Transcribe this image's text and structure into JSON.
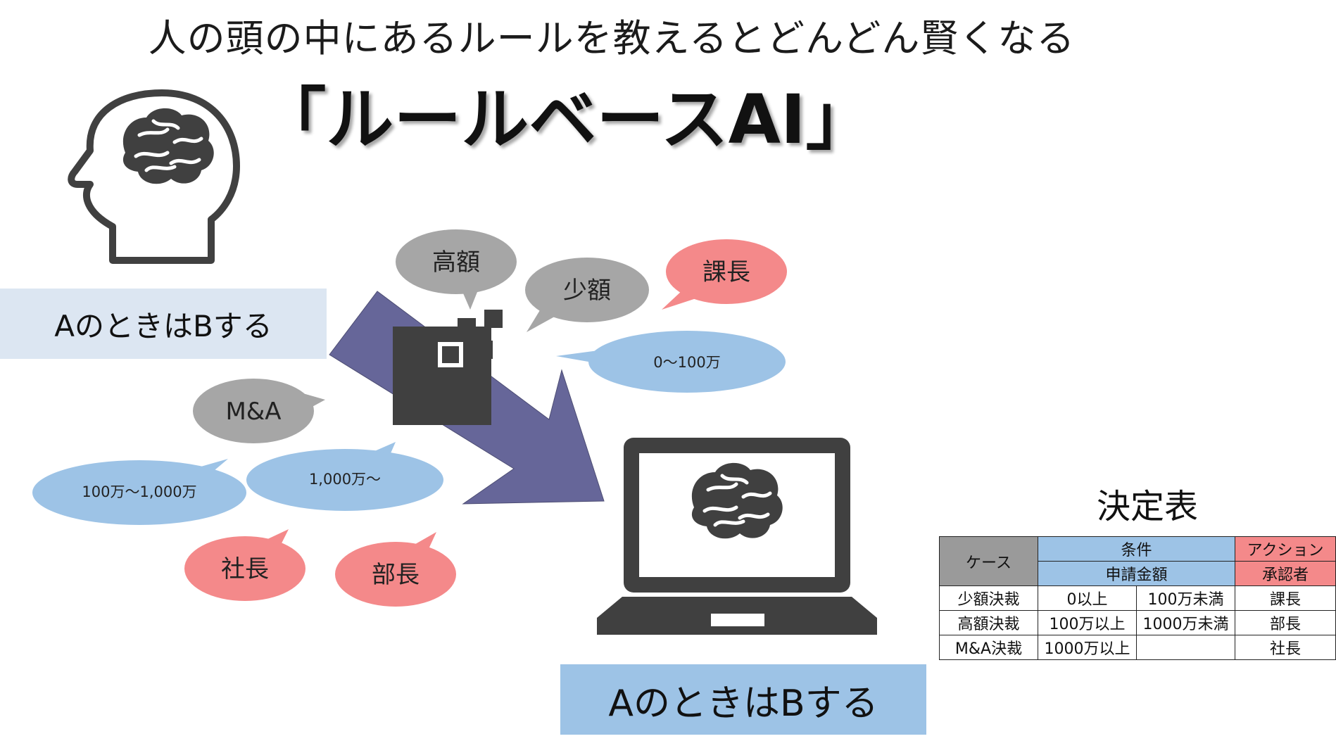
{
  "header": {
    "subtitle": "人の頭の中にあるルールを教えるとどんどん賢くなる",
    "title": "「ルールベースAI」"
  },
  "labels": {
    "human_rule": "AのときはBする",
    "ai_rule": "AのときはBする"
  },
  "bubbles": {
    "high_amount": "高額",
    "small_amount": "少額",
    "section_chief": "課長",
    "range_small": "0～100万",
    "ma": "M&A",
    "range_mid": "100万～1,000万",
    "range_high": "1,000万～",
    "president": "社長",
    "director": "部長"
  },
  "decision_table": {
    "title": "決定表",
    "header": {
      "case": "ケース",
      "condition": "条件",
      "action": "アクション",
      "condition_sub": "申請金額",
      "action_sub": "承認者"
    },
    "rows": [
      {
        "case": "少額決裁",
        "from": "0以上",
        "to": "100万未満",
        "approver": "課長"
      },
      {
        "case": "高額決裁",
        "from": "100万以上",
        "to": "1000万未満",
        "approver": "部長"
      },
      {
        "case": "M&A決裁",
        "from": "1000万以上",
        "to": "",
        "approver": "社長"
      }
    ]
  },
  "colors": {
    "gray_bubble": "#a6a6a6",
    "blue_bubble": "#9dc3e6",
    "red_bubble": "#f4898a",
    "arrow": "#666699",
    "icon": "#404040",
    "human_box": "#dce6f2",
    "ai_box": "#9dc3e6"
  }
}
